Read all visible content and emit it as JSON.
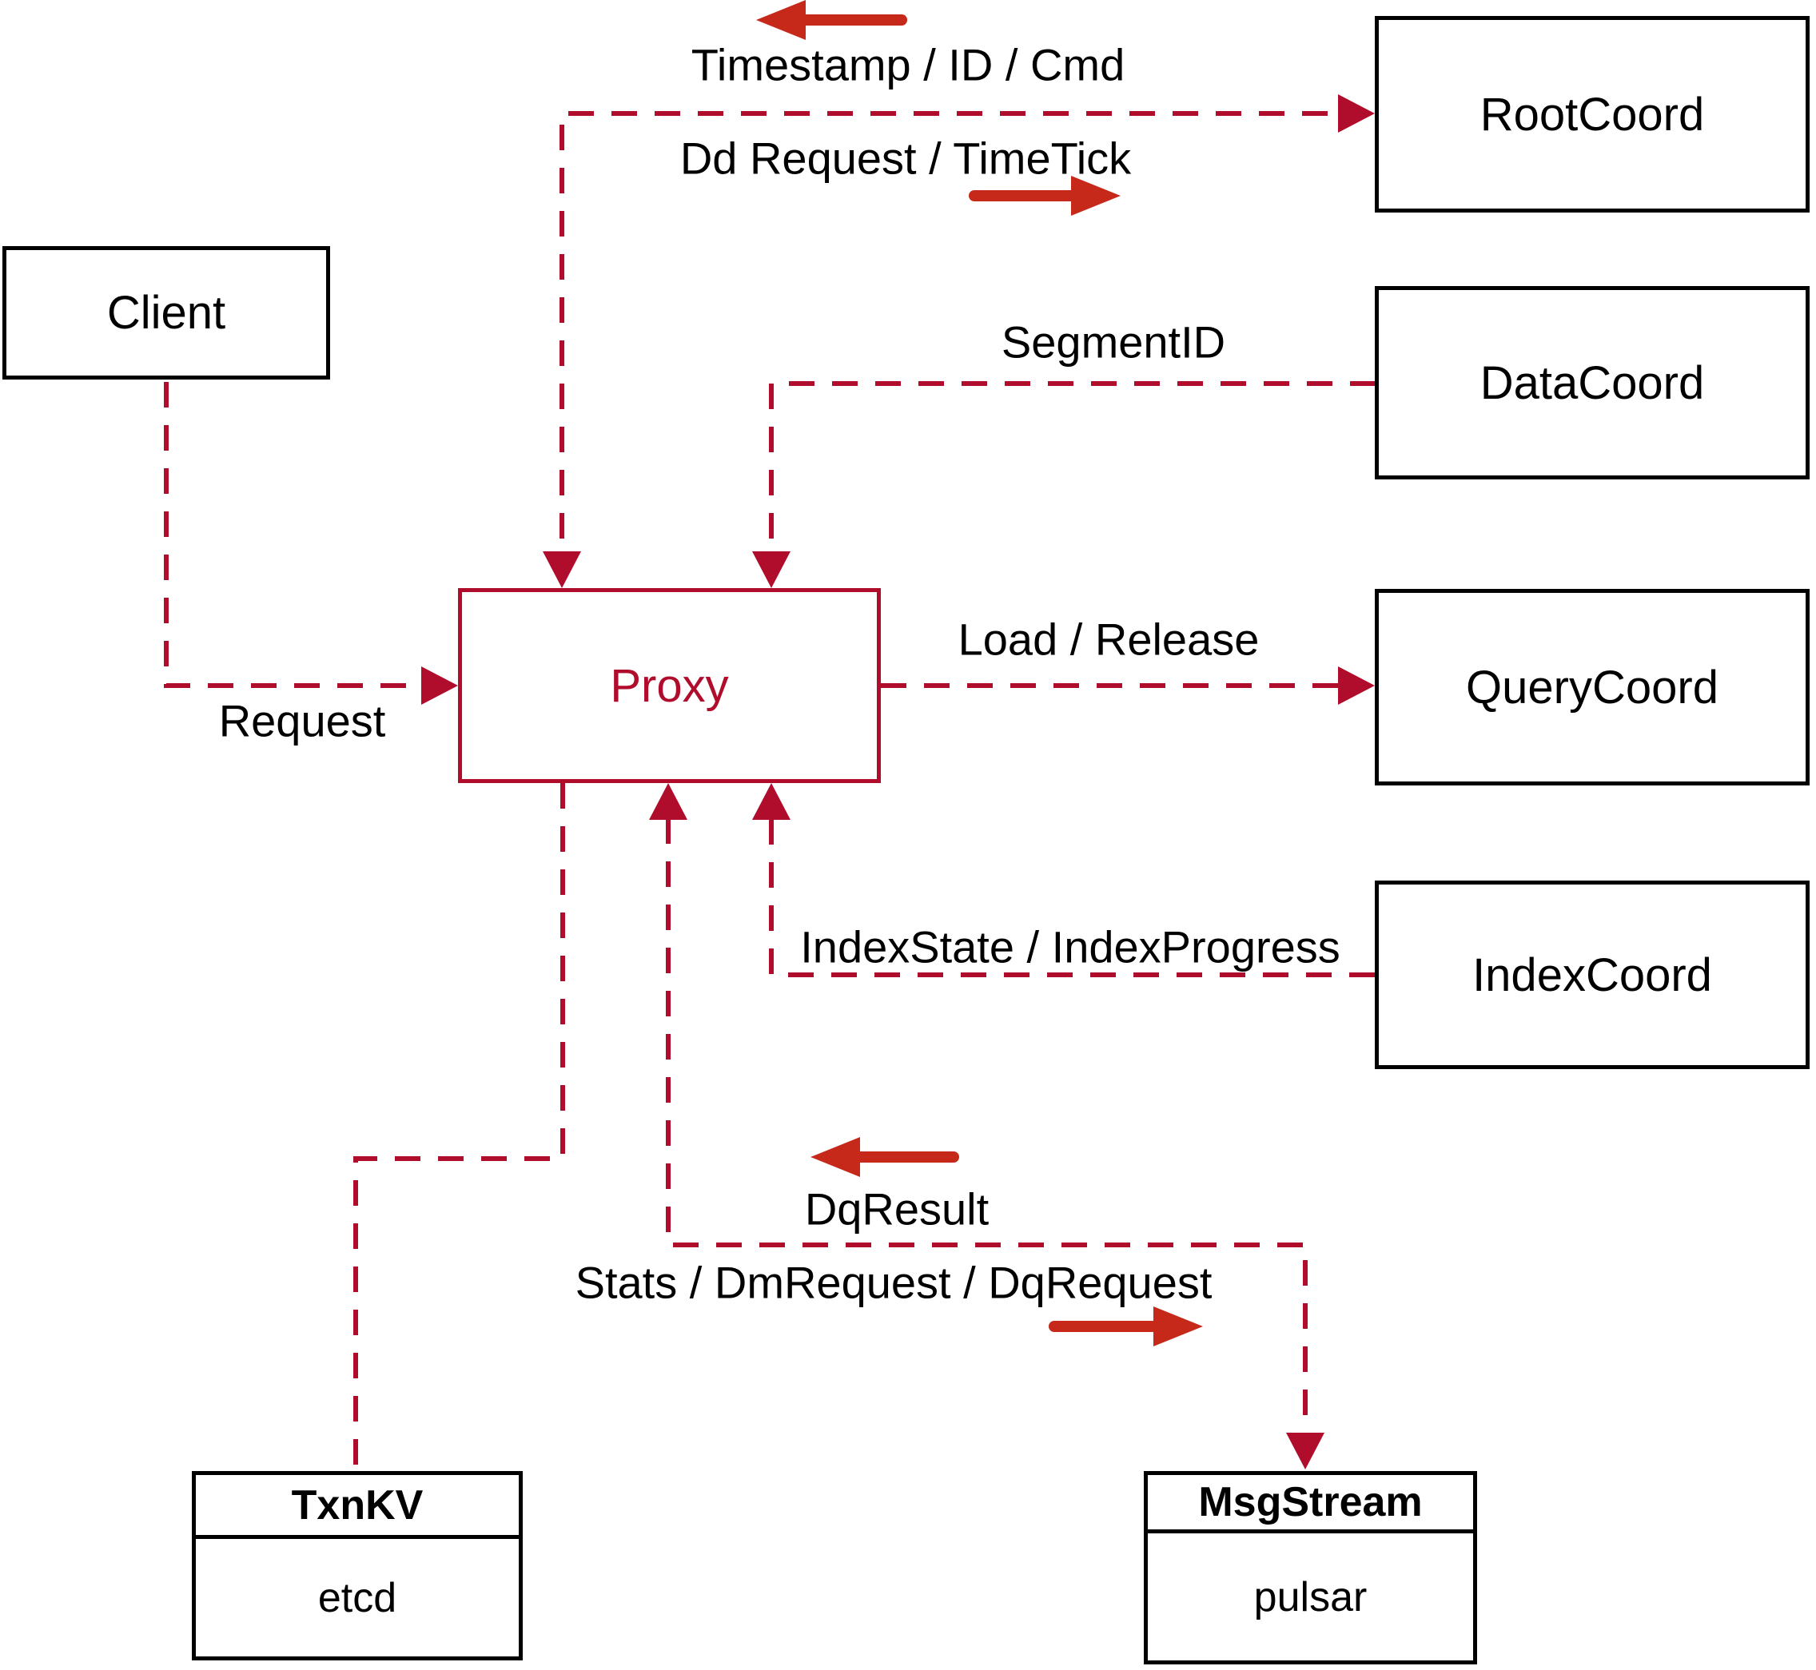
{
  "diagram": {
    "colors": {
      "dashed_line": "#b00c2c",
      "solid_arrow": "#c6281a",
      "box_border": "#000000",
      "proxy_accent": "#b00c2c",
      "text": "#000000",
      "background": "#ffffff"
    },
    "nodes": {
      "client": {
        "label": "Client"
      },
      "rootcoord": {
        "label": "RootCoord"
      },
      "datacoord": {
        "label": "DataCoord"
      },
      "querycoord": {
        "label": "QueryCoord"
      },
      "indexcoord": {
        "label": "IndexCoord"
      },
      "proxy": {
        "label": "Proxy"
      },
      "txnkv": {
        "title": "TxnKV",
        "impl": "etcd"
      },
      "msgstream": {
        "title": "MsgStream",
        "impl": "pulsar"
      }
    },
    "edge_labels": {
      "timestamp": "Timestamp / ID / Cmd",
      "dd_request": "Dd Request / TimeTick",
      "segment_id": "SegmentID",
      "request": "Request",
      "load_release": "Load / Release",
      "index_state": "IndexState / IndexProgress",
      "dq_result": "DqResult",
      "stats": "Stats / DmRequest / DqRequest"
    }
  }
}
